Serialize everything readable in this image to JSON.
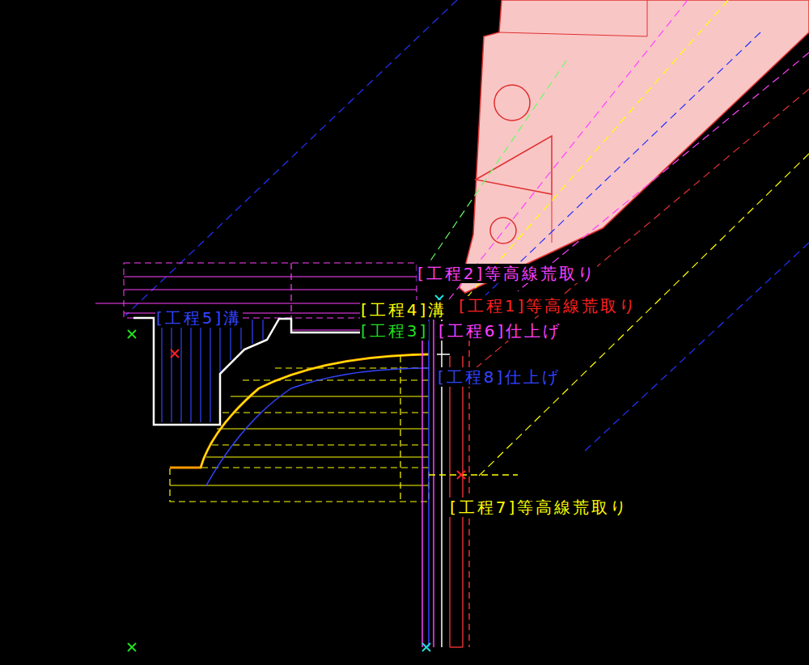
{
  "diagram": {
    "labels": [
      "[工程2]等高線荒取り",
      "[工程5]溝",
      "[工程4]溝",
      "[工程1]等高線荒取り",
      "[工程3]",
      "[工程6]仕上げ",
      "[工程8]仕上げ",
      "[工程7]等高線荒取り"
    ]
  }
}
